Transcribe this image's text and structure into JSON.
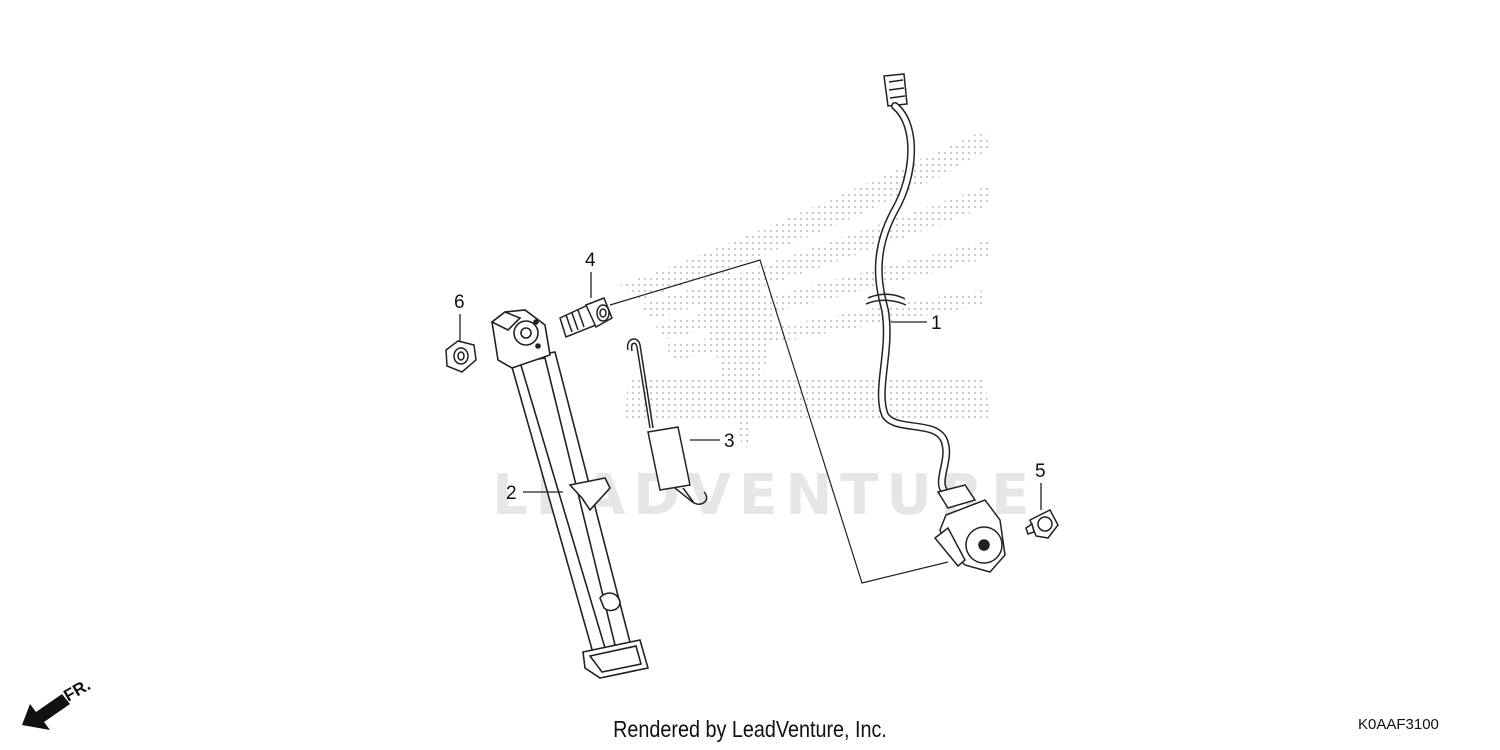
{
  "diagram_code": "K0AAF3100",
  "footer_text": "Rendered by LeadVenture, Inc.",
  "watermark_text": "LEADVENTURE",
  "direction_label": "FR.",
  "callouts": [
    {
      "number": "1",
      "part": "side-stand-switch-harness"
    },
    {
      "number": "2",
      "part": "side-stand"
    },
    {
      "number": "3",
      "part": "side-stand-spring"
    },
    {
      "number": "4",
      "part": "pivot-bolt"
    },
    {
      "number": "5",
      "part": "switch-bolt"
    },
    {
      "number": "6",
      "part": "nut"
    }
  ]
}
